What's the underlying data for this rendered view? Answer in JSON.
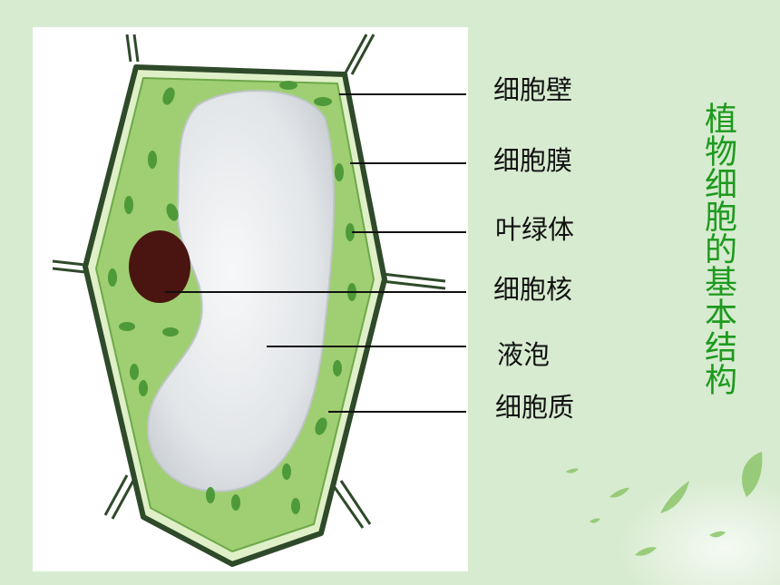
{
  "title": "植物细胞的基本结构",
  "labels": {
    "cell_wall": "细胞壁",
    "cell_membrane": "细胞膜",
    "chloroplast": "叶绿体",
    "nucleus": "细胞核",
    "vacuole": "液泡",
    "cytoplasm": "细胞质"
  },
  "colors": {
    "background": "#d7ebd0",
    "title": "#1e9a1e",
    "cytoplasm": "#9fcf72",
    "cell_wall": "#2f4a2a",
    "nucleus": "#4a1410",
    "vacuole": "#e6e8ea",
    "chloroplast": "#4e9a3a"
  }
}
